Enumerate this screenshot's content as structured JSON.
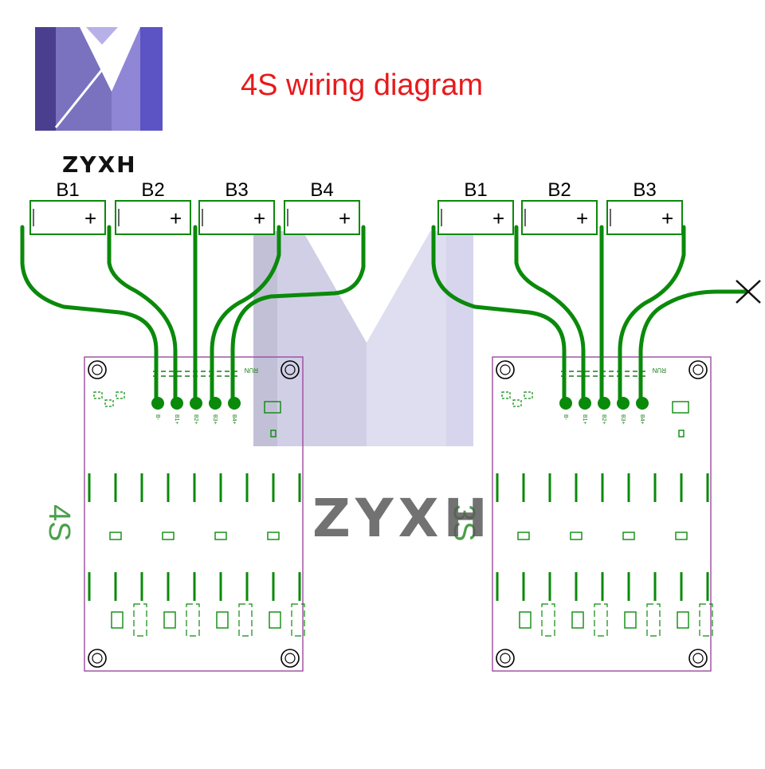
{
  "title": "4S wiring diagram",
  "brand": "ZYXH",
  "watermark_text": "ZYXH",
  "colors": {
    "title": "#e8191b",
    "trace": "#0a8a0a",
    "board_outline": "#9b4aa0",
    "logo_dark": "#4a3f8f",
    "logo_light": "#8f86d6",
    "watermark": "#9a96c8"
  },
  "battery_symbols": {
    "minus": "|",
    "plus": "+"
  },
  "boards": [
    {
      "config_label": "4S",
      "run_label": "RUN",
      "cells": [
        "B1",
        "B2",
        "B3",
        "B4"
      ],
      "pads": [
        "B-",
        "B1+",
        "B2+",
        "B3+",
        "B4+"
      ]
    },
    {
      "config_label": "3S",
      "run_label": "RUN",
      "cells": [
        "B1",
        "B2",
        "B3"
      ],
      "pads": [
        "B-",
        "B1+",
        "B2+",
        "B3+",
        "B4+"
      ],
      "unused_marker": "X"
    }
  ]
}
